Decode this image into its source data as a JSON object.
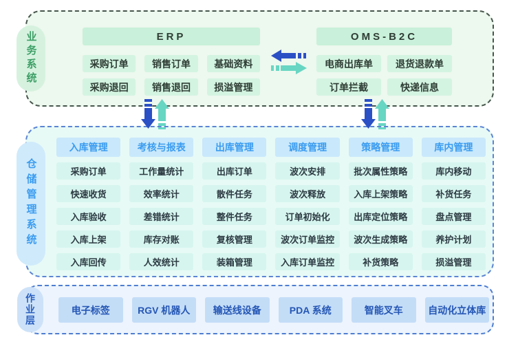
{
  "diagram": {
    "business": {
      "tab": "业务系统",
      "erp": {
        "header": "ERP",
        "items": [
          "采购订单",
          "销售订单",
          "基础资料",
          "采购退回",
          "销售退回",
          "损溢管理"
        ]
      },
      "oms": {
        "header": "OMS-B2C",
        "items": [
          "电商出库单",
          "退货退款单",
          "订单拦截",
          "快递信息"
        ]
      }
    },
    "wms": {
      "tab": "仓储管理系统",
      "columns": [
        {
          "header": "入库管理",
          "items": [
            "采购订单",
            "快速收货",
            "入库验收",
            "入库上架",
            "入库回传"
          ]
        },
        {
          "header": "考核与报表",
          "items": [
            "工作量统计",
            "效率统计",
            "差错统计",
            "库存对账",
            "人效统计"
          ]
        },
        {
          "header": "出库管理",
          "items": [
            "出库订单",
            "散件任务",
            "整件任务",
            "复核管理",
            "装箱管理"
          ]
        },
        {
          "header": "调度管理",
          "items": [
            "波次安排",
            "波次释放",
            "订单初始化",
            "波次订单监控",
            "入库订单监控"
          ]
        },
        {
          "header": "策略管理",
          "items": [
            "批次属性策略",
            "入库上架策略",
            "出库定位策略",
            "波次生成策略",
            "补货策略"
          ]
        },
        {
          "header": "库内管理",
          "items": [
            "库内移动",
            "补货任务",
            "盘点管理",
            "养护计划",
            "损溢管理"
          ]
        }
      ]
    },
    "operation": {
      "tab": "作业层",
      "items": [
        "电子标签",
        "RGV 机器人",
        "输送线设备",
        "PDA 系统",
        "智能叉车",
        "自动化立体库"
      ]
    },
    "colors": {
      "arrow_blue": "#2b50c5",
      "arrow_teal": "#67d6c3",
      "business_border": "#46554c",
      "wms_border": "#5b84d4",
      "operation_border": "#4d7dd1",
      "column_header_text": "#3b9cf0",
      "business_tab_text": "#3e9f66",
      "operation_text": "#2456b4"
    }
  }
}
